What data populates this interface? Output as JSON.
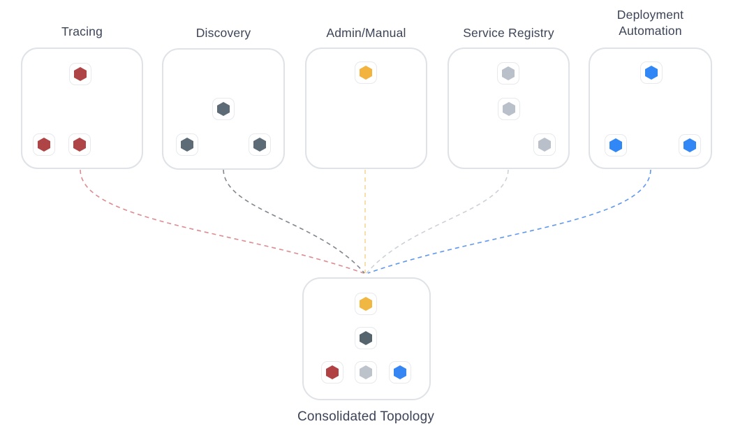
{
  "diagram": {
    "background": "#ffffff",
    "text_color": "#3d4458",
    "box_border_color": "#dfe2e6",
    "node_border_color": "#e7e9ec",
    "inner_edge_color": "#d9dce1"
  },
  "sources": [
    {
      "label": "Tracing",
      "node_color": "#ae4445",
      "connector_color": "#dc8b90",
      "node_count": 3
    },
    {
      "label": "Discovery",
      "node_color": "#5d6b76",
      "connector_color": "#82878f",
      "node_count": 3
    },
    {
      "label": "Admin/Manual",
      "node_color": "#f2b43f",
      "connector_color": "#f3d795",
      "node_count": 1
    },
    {
      "label": "Service Registry",
      "node_color": "#bac0ca",
      "connector_color": "#cdd1d7",
      "node_count": 3
    },
    {
      "label": "Deployment Automation",
      "node_color": "#3087f5",
      "connector_color": "#5e97f0",
      "node_count": 3
    }
  ],
  "consolidated": {
    "label": "Consolidated Topology",
    "root_color": "#f0b843",
    "mid_color": "#56646e",
    "leaf_colors": [
      "#b14243",
      "#bdc3cb",
      "#3585f2"
    ]
  }
}
